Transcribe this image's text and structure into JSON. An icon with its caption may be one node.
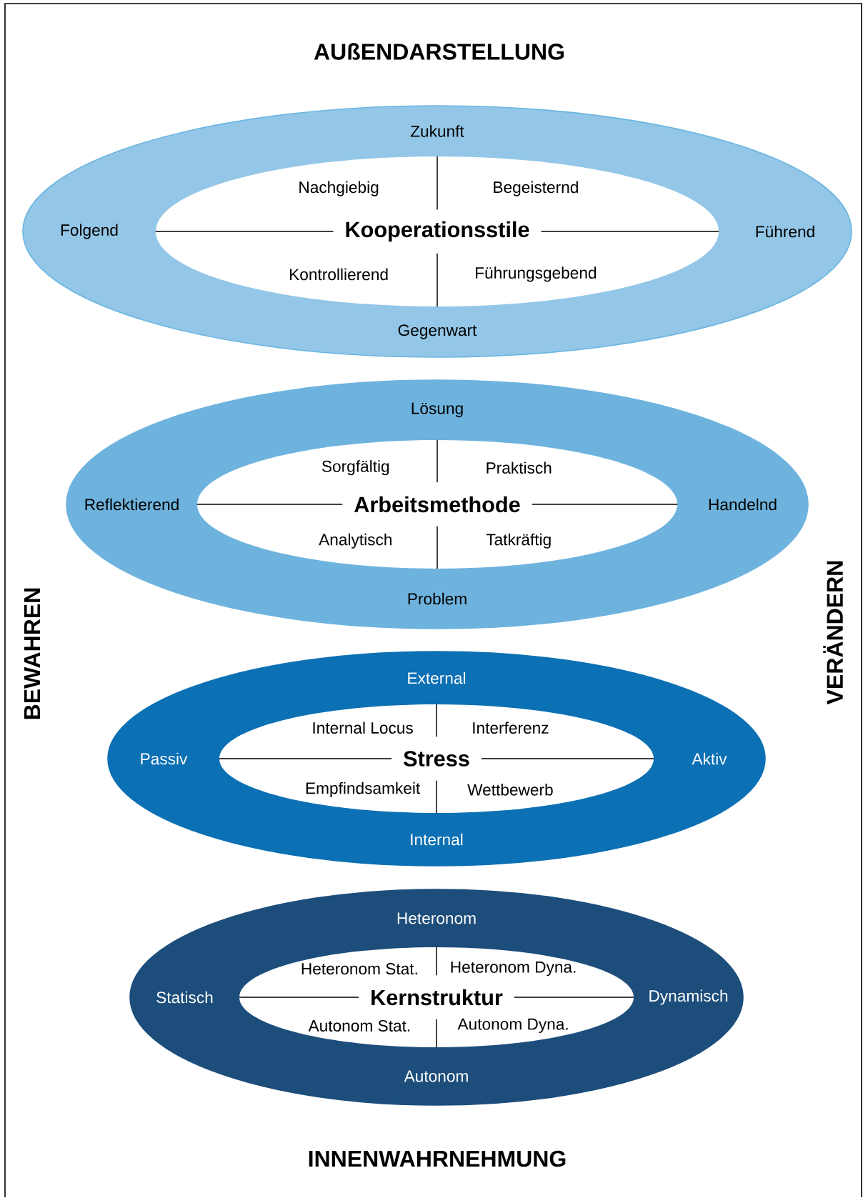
{
  "diagram": {
    "nodes": [
      {
        "text": [
          "Zukunft",
          "Folgend",
          "Führend",
          "Gegenwart"
        ]
      },
      {
        "text": [
          "Kooperationsstile",
          "Nachgiebig",
          "Begeisternd",
          "Kontrollierend",
          "Führungsgebend"
        ],
        "in": 0
      },
      {
        "text": [
          "Lösung",
          "Reflektierend",
          "Handelnd",
          "Problem"
        ]
      },
      {
        "text": [
          "Arbeitsmethode",
          "Sorgfältig",
          "Praktisch",
          "Analytisch",
          "Tatkräftig"
        ],
        "in": 2
      },
      {
        "text": [
          "External",
          "Passiv",
          "Aktiv",
          "Internal"
        ]
      },
      {
        "text": [
          "Stress",
          "Internal Locus",
          "Interferenz",
          "Empfindsamkeit",
          "Wettbewerb"
        ],
        "in": 4
      },
      {
        "text": [
          "Heteronom",
          "Statisch",
          "Dynamisch",
          "Autonom"
        ]
      },
      {
        "text": [
          "Kernstruktur",
          "Heteronom Stat.",
          "Heteronom Dyna.",
          "Autonom Stat.",
          "Autonom Dyna."
        ],
        "in": 6
      }
    ],
    "labels": [
      "AUßENDARSTELLUNG",
      "BEWAHREN",
      "VERÄNDERN",
      "INNENWAHRNEHMUNG"
    ]
  }
}
